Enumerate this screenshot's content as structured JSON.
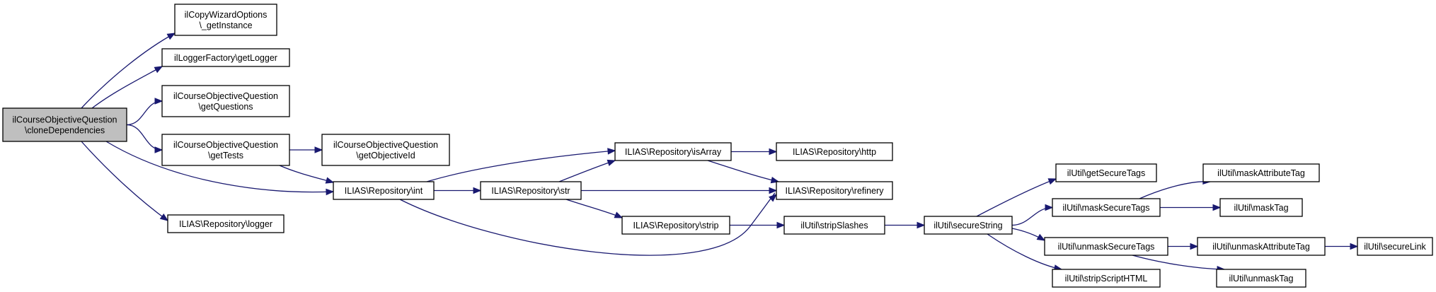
{
  "nodes": [
    {
      "id": "root",
      "lines": [
        "ilCourseObjectiveQuestion",
        "\\cloneDependencies"
      ],
      "highlighted": true
    },
    {
      "id": "copywiz",
      "lines": [
        "ilCopyWizardOptions",
        "\\_getInstance"
      ]
    },
    {
      "id": "logfac",
      "lines": [
        "ilLoggerFactory\\getLogger"
      ]
    },
    {
      "id": "getq",
      "lines": [
        "ilCourseObjectiveQuestion",
        "\\getQuestions"
      ]
    },
    {
      "id": "gett",
      "lines": [
        "ilCourseObjectiveQuestion",
        "\\getTests"
      ]
    },
    {
      "id": "replog",
      "lines": [
        "ILIAS\\Repository\\logger"
      ]
    },
    {
      "id": "getobj",
      "lines": [
        "ilCourseObjectiveQuestion",
        "\\getObjectiveId"
      ]
    },
    {
      "id": "int",
      "lines": [
        "ILIAS\\Repository\\int"
      ]
    },
    {
      "id": "isarr",
      "lines": [
        "ILIAS\\Repository\\isArray"
      ]
    },
    {
      "id": "str",
      "lines": [
        "ILIAS\\Repository\\str"
      ]
    },
    {
      "id": "strip",
      "lines": [
        "ILIAS\\Repository\\strip"
      ]
    },
    {
      "id": "http",
      "lines": [
        "ILIAS\\Repository\\http"
      ]
    },
    {
      "id": "refinery",
      "lines": [
        "ILIAS\\Repository\\refinery"
      ]
    },
    {
      "id": "stripsl",
      "lines": [
        "ilUtil\\stripSlashes"
      ]
    },
    {
      "id": "secstr",
      "lines": [
        "ilUtil\\secureString"
      ]
    },
    {
      "id": "getsec",
      "lines": [
        "ilUtil\\getSecureTags"
      ]
    },
    {
      "id": "masksec",
      "lines": [
        "ilUtil\\maskSecureTags"
      ]
    },
    {
      "id": "unmasksec",
      "lines": [
        "ilUtil\\unmaskSecureTags"
      ]
    },
    {
      "id": "stripscript",
      "lines": [
        "ilUtil\\stripScriptHTML"
      ]
    },
    {
      "id": "maskattr",
      "lines": [
        "ilUtil\\maskAttributeTag"
      ]
    },
    {
      "id": "masktag",
      "lines": [
        "ilUtil\\maskTag"
      ]
    },
    {
      "id": "unmaskattr",
      "lines": [
        "ilUtil\\unmaskAttributeTag"
      ]
    },
    {
      "id": "unmasktag",
      "lines": [
        "ilUtil\\unmaskTag"
      ]
    },
    {
      "id": "seclink",
      "lines": [
        "ilUtil\\secureLink"
      ]
    }
  ],
  "edges": [
    [
      "root",
      "copywiz"
    ],
    [
      "root",
      "logfac"
    ],
    [
      "root",
      "getq"
    ],
    [
      "root",
      "gett"
    ],
    [
      "root",
      "int"
    ],
    [
      "root",
      "replog"
    ],
    [
      "gett",
      "getobj"
    ],
    [
      "gett",
      "int"
    ],
    [
      "int",
      "isarr"
    ],
    [
      "int",
      "str"
    ],
    [
      "int",
      "refinery"
    ],
    [
      "isarr",
      "http"
    ],
    [
      "isarr",
      "refinery"
    ],
    [
      "str",
      "isarr"
    ],
    [
      "str",
      "refinery"
    ],
    [
      "str",
      "strip"
    ],
    [
      "strip",
      "stripsl"
    ],
    [
      "stripsl",
      "secstr"
    ],
    [
      "secstr",
      "getsec"
    ],
    [
      "secstr",
      "masksec"
    ],
    [
      "secstr",
      "unmasksec"
    ],
    [
      "secstr",
      "stripscript"
    ],
    [
      "masksec",
      "maskattr"
    ],
    [
      "masksec",
      "masktag"
    ],
    [
      "unmasksec",
      "unmaskattr"
    ],
    [
      "unmasksec",
      "unmasktag"
    ],
    [
      "unmaskattr",
      "seclink"
    ]
  ]
}
